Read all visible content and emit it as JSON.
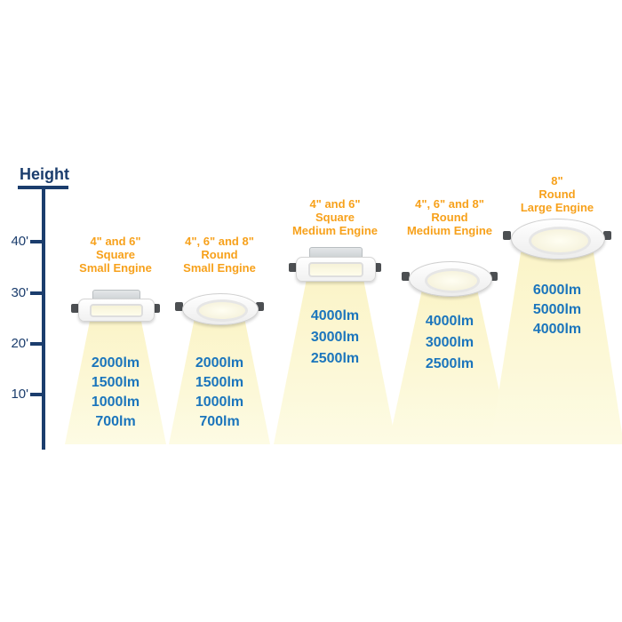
{
  "colors": {
    "orange": "#F7A11B",
    "blue": "#1B75BC",
    "navy": "#1B3D6D",
    "cone_yellow": "#FCF7D2"
  },
  "axis": {
    "title": "Height",
    "ticks": [
      "40'",
      "30'",
      "20'",
      "10'"
    ]
  },
  "fixtures": [
    {
      "id": "square-small-engine",
      "shape": "square",
      "label_lines": [
        "4\" and 6\"",
        "Square",
        "Small Engine"
      ],
      "lumens": [
        "2000lm",
        "1500lm",
        "1000lm",
        "700lm"
      ]
    },
    {
      "id": "round-small-engine",
      "shape": "round",
      "label_lines": [
        "4\", 6\" and 8\"",
        "Round",
        "Small Engine"
      ],
      "lumens": [
        "2000lm",
        "1500lm",
        "1000lm",
        "700lm"
      ]
    },
    {
      "id": "square-medium-engine",
      "shape": "square",
      "label_lines": [
        "4\" and 6\"",
        "Square",
        "Medium Engine"
      ],
      "lumens": [
        "4000lm",
        "3000lm",
        "2500lm"
      ]
    },
    {
      "id": "round-medium-engine",
      "shape": "round",
      "label_lines": [
        "4\", 6\" and 8\"",
        "Round",
        "Medium Engine"
      ],
      "lumens": [
        "4000lm",
        "3000lm",
        "2500lm"
      ]
    },
    {
      "id": "round-large-engine",
      "shape": "round",
      "label_lines": [
        "8\"",
        "Round",
        "Large Engine"
      ],
      "lumens": [
        "6000lm",
        "5000lm",
        "4000lm"
      ]
    }
  ]
}
